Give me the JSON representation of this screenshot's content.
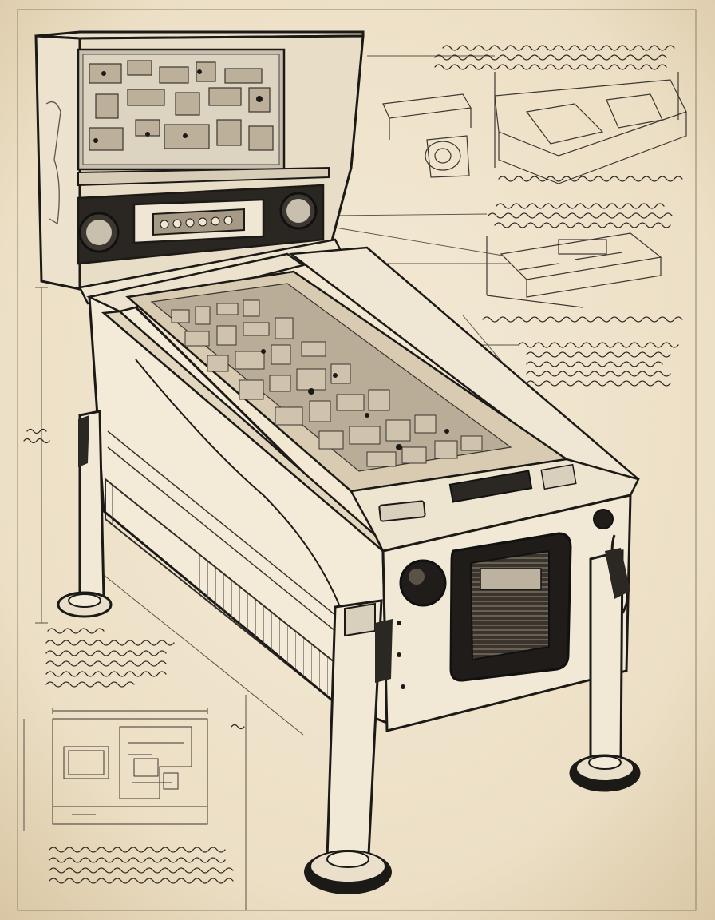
{
  "colors": {
    "paper": "#efe3cc",
    "paper_edge": "#d9c7a4",
    "ink": "#1c1a17",
    "faint_ink": "#6b6257",
    "cream_body": "#f3ead8",
    "glass": "#d9ccb3",
    "playfield_ink": "#4a463f",
    "grille": "#2a2622"
  },
  "drawing": {
    "subject_icon": "pinball-machine-icon",
    "parts": [
      "backbox",
      "score-display",
      "speakers",
      "cabinet",
      "playfield-glass",
      "lockdown-bar",
      "coin-door",
      "legs",
      "side-detail-sketches",
      "schematic-inset"
    ]
  }
}
